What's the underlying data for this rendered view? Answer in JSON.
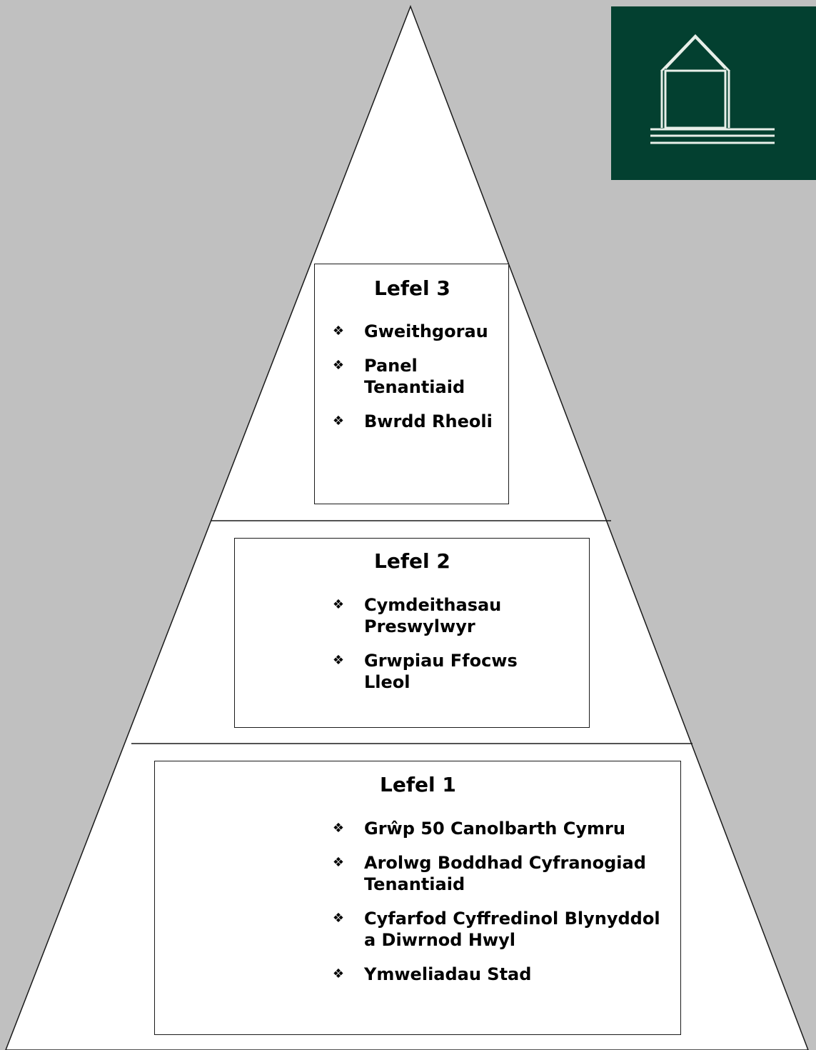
{
  "colors": {
    "background": "#c0c0c0",
    "pyramid_fill": "#ffffff",
    "line": "#1a1a1a",
    "logo_bg": "#034030",
    "logo_mark": "#e8efe9"
  },
  "icons": {
    "bullet": "❖",
    "logo": "house-logo-icon"
  },
  "levels": [
    {
      "title": "Lefel 3",
      "items": [
        "Gweithgorau",
        "Panel Tenantiaid",
        "Bwrdd Rheoli"
      ]
    },
    {
      "title": "Lefel 2",
      "items": [
        "Cymdeithasau Preswylwyr",
        "Grwpiau Ffocws Lleol"
      ]
    },
    {
      "title": "Lefel 1",
      "items": [
        "Grŵp 50 Canolbarth Cymru",
        "Arolwg Boddhad Cyfranogiad Tenantiaid",
        "Cyfarfod Cyffredinol Blynyddol a Diwrnod Hwyl",
        "Ymweliadau Stad"
      ]
    }
  ]
}
